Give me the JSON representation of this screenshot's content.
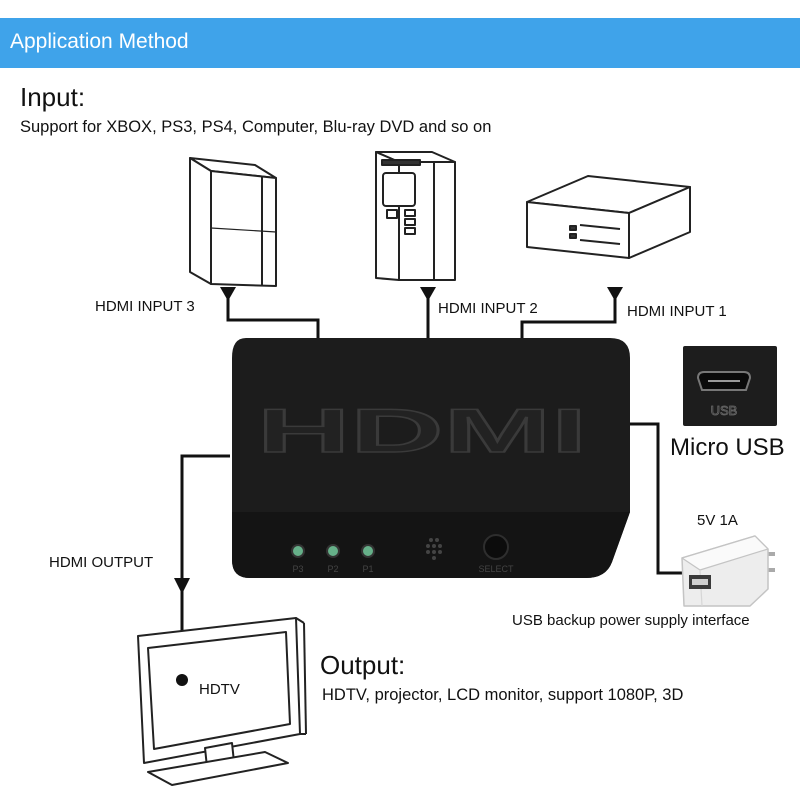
{
  "header": {
    "title": "Application Method"
  },
  "input": {
    "heading": "Input:",
    "description": "Support for XBOX, PS3, PS4, Computer, Blu-ray DVD and so on"
  },
  "labels": {
    "hdmi_input_3": "HDMI INPUT 3",
    "hdmi_input_2": "HDMI INPUT 2",
    "hdmi_input_1": "HDMI INPUT 1",
    "hdmi_output": "HDMI OUTPUT",
    "micro_usb": "Micro USB",
    "adapter_rating": "5V 1A",
    "usb_backup": "USB backup power supply interface",
    "hdtv": "HDTV"
  },
  "output": {
    "heading": "Output:",
    "description": "HDTV, projector, LCD monitor, support 1080P, 3D"
  },
  "device": {
    "logo": "HDMI",
    "port_closeup_text": "USB",
    "led_labels": [
      "P3",
      "P2",
      "P1"
    ],
    "button_label": "SELECT"
  },
  "icons": [
    "game-console-icon",
    "tower-pc-icon",
    "dvd-player-icon",
    "micro-usb-port-icon",
    "usb-power-adapter-icon",
    "tv-monitor-icon"
  ],
  "colors": {
    "header": "#3fa3ea",
    "device": "#1c1c1c",
    "led": "#66b089",
    "line": "#111111"
  }
}
